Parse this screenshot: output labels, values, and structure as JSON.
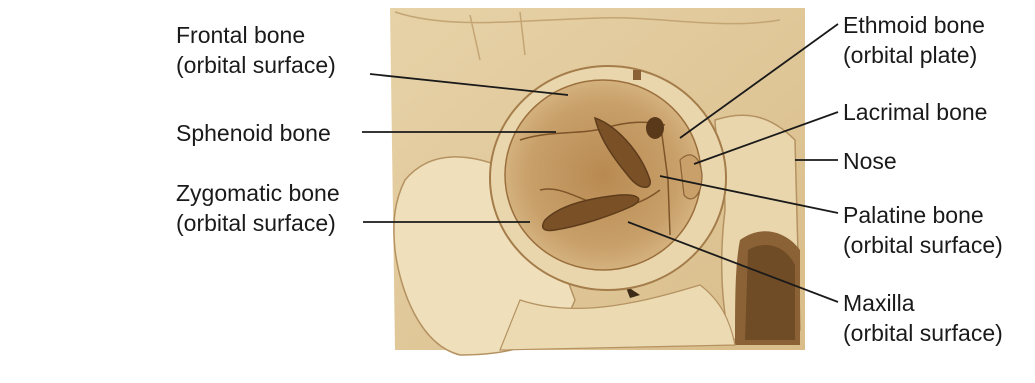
{
  "colors": {
    "bone_light": "#f2e3c2",
    "bone_mid": "#dcc393",
    "bone_dark": "#b48a58",
    "orbit_deep": "#a3753f",
    "leader_line": "#1a1a1a"
  },
  "labels": {
    "frontal": {
      "line1": "Frontal bone",
      "line2": "(orbital surface)"
    },
    "sphenoid": {
      "line1": "Sphenoid bone"
    },
    "zygomatic": {
      "line1": "Zygomatic bone",
      "line2": "(orbital surface)"
    },
    "ethmoid": {
      "line1": "Ethmoid bone",
      "line2": "(orbital plate)"
    },
    "lacrimal": {
      "line1": "Lacrimal bone"
    },
    "nose": {
      "line1": "Nose"
    },
    "palatine": {
      "line1": "Palatine bone",
      "line2": "(orbital surface)"
    },
    "maxilla": {
      "line1": "Maxilla",
      "line2": "(orbital surface)"
    }
  }
}
